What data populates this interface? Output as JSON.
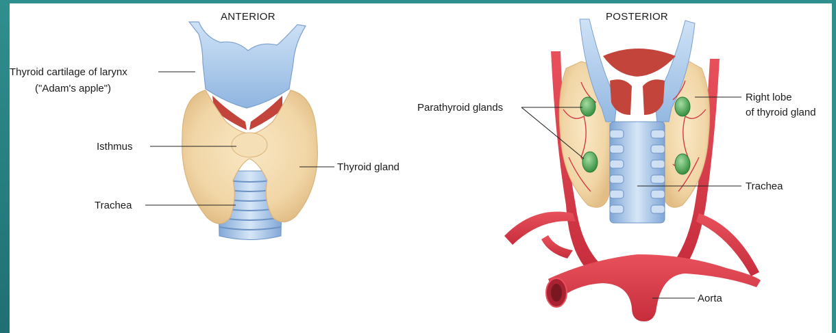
{
  "headers": {
    "anterior": "ANTERIOR",
    "posterior": "POSTERIOR"
  },
  "anterior_labels": {
    "thyroid_cartilage_line1": "Thyroid cartilage of larynx",
    "thyroid_cartilage_line2": "(\"Adam's apple\")",
    "isthmus": "Isthmus",
    "thyroid_gland": "Thyroid gland",
    "trachea": "Trachea"
  },
  "posterior_labels": {
    "parathyroid_glands": "Parathyroid glands",
    "right_lobe_line1": "Right lobe",
    "right_lobe_line2": "of thyroid gland",
    "trachea": "Trachea",
    "aorta": "Aorta"
  },
  "colors": {
    "frame": "#2e8c8c",
    "cartilage": "#a9c9ec",
    "thyroid": "#f4dcae",
    "muscle": "#c2443a",
    "artery": "#dc3b49",
    "parathyroid": "#4faa54"
  }
}
